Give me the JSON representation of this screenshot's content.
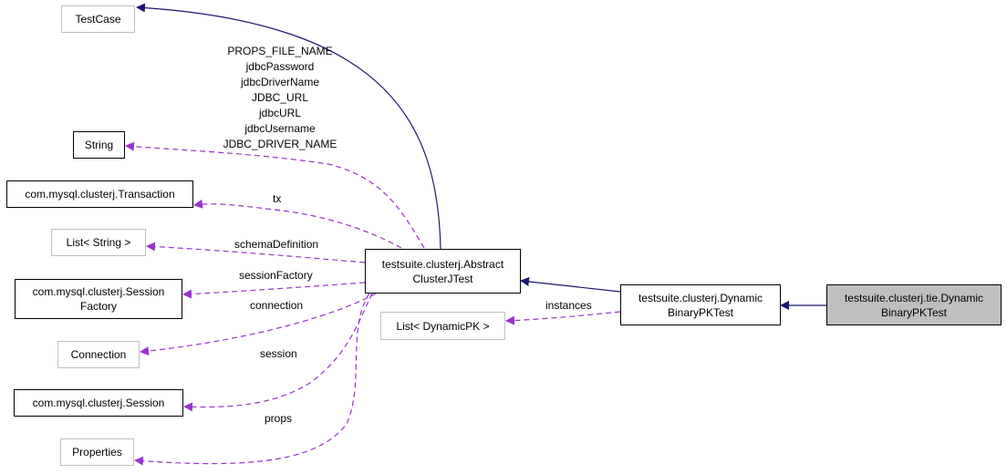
{
  "nodes": {
    "testcase": "TestCase",
    "string": "String",
    "transaction": "com.mysql.clusterj.Transaction",
    "list_string": "List< String >",
    "session_factory": [
      "com.mysql.clusterj.Session",
      "Factory"
    ],
    "connection": "Connection",
    "session": "com.mysql.clusterj.Session",
    "properties": "Properties",
    "abstract": [
      "testsuite.clusterj.Abstract",
      "ClusterJTest"
    ],
    "list_dynamicpk": "List< DynamicPK >",
    "dynamic": [
      "testsuite.clusterj.Dynamic",
      "BinaryPKTest"
    ],
    "tie": [
      "testsuite.clusterj.tie.Dynamic",
      "BinaryPKTest"
    ]
  },
  "edge_labels": {
    "string_fields": [
      "PROPS_FILE_NAME",
      "jdbcPassword",
      "jdbcDriverName",
      "JDBC_URL",
      "jdbcURL",
      "jdbcUsername",
      "JDBC_DRIVER_NAME"
    ],
    "tx": "tx",
    "schema_definition": "schemaDefinition",
    "session_factory": "sessionFactory",
    "connection": "connection",
    "session": "session",
    "props": "props",
    "instances": "instances"
  },
  "colors": {
    "inheritance": "#191970",
    "usage": "#9a32cd",
    "highlight": "#bfbfbf",
    "external_border": "#bfbfbf"
  }
}
